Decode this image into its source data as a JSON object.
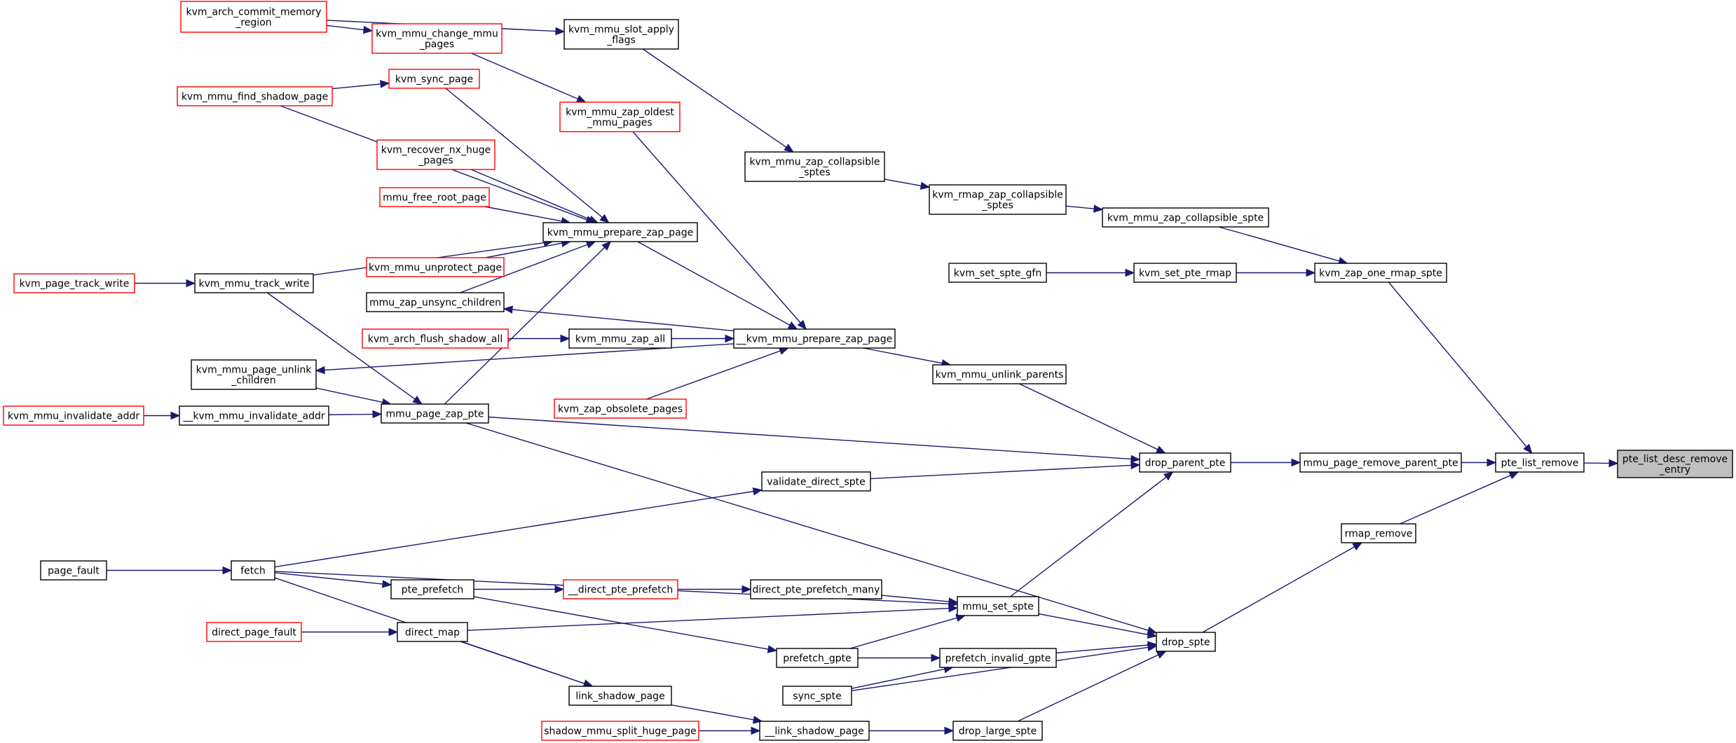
{
  "colors": {
    "edge": "#191970",
    "link_border": "#ff0000",
    "plain_border": "#000000",
    "focus_fill": "#bfbfbf"
  },
  "nodes": [
    {
      "id": "n1",
      "lines": [
        "kvm_arch_commit_memory",
        "_region"
      ],
      "style": "red"
    },
    {
      "id": "n2",
      "lines": [
        "kvm_mmu_slot_apply",
        "_flags"
      ],
      "style": "black"
    },
    {
      "id": "n3",
      "lines": [
        "kvm_mmu_change_mmu",
        "_pages"
      ],
      "style": "red"
    },
    {
      "id": "n4",
      "lines": [
        "kvm_sync_page"
      ],
      "style": "red"
    },
    {
      "id": "n5",
      "lines": [
        "kvm_mmu_find_shadow_page"
      ],
      "style": "red"
    },
    {
      "id": "n6",
      "lines": [
        "kvm_mmu_zap_oldest",
        "_mmu_pages"
      ],
      "style": "red"
    },
    {
      "id": "n7",
      "lines": [
        "kvm_recover_nx_huge",
        "_pages"
      ],
      "style": "red"
    },
    {
      "id": "n8",
      "lines": [
        "kvm_mmu_zap_collapsible",
        "_sptes"
      ],
      "style": "black"
    },
    {
      "id": "n9",
      "lines": [
        "kvm_rmap_zap_collapsible",
        "_sptes"
      ],
      "style": "black"
    },
    {
      "id": "n10",
      "lines": [
        "mmu_free_root_page"
      ],
      "style": "red"
    },
    {
      "id": "n11",
      "lines": [
        "kvm_mmu_zap_collapsible_spte"
      ],
      "style": "black"
    },
    {
      "id": "n12",
      "lines": [
        "kvm_mmu_prepare_zap_page"
      ],
      "style": "black"
    },
    {
      "id": "n13",
      "lines": [
        "kvm_mmu_unprotect_page"
      ],
      "style": "red"
    },
    {
      "id": "n14",
      "lines": [
        "kvm_set_spte_gfn"
      ],
      "style": "black"
    },
    {
      "id": "n15",
      "lines": [
        "kvm_set_pte_rmap"
      ],
      "style": "black"
    },
    {
      "id": "n16",
      "lines": [
        "kvm_zap_one_rmap_spte"
      ],
      "style": "black"
    },
    {
      "id": "n17",
      "lines": [
        "kvm_page_track_write"
      ],
      "style": "red"
    },
    {
      "id": "n18",
      "lines": [
        "kvm_mmu_track_write"
      ],
      "style": "black"
    },
    {
      "id": "n19",
      "lines": [
        "mmu_zap_unsync_children"
      ],
      "style": "black"
    },
    {
      "id": "n20",
      "lines": [
        "kvm_arch_flush_shadow_all"
      ],
      "style": "red"
    },
    {
      "id": "n21",
      "lines": [
        "kvm_mmu_zap_all"
      ],
      "style": "black"
    },
    {
      "id": "n22",
      "lines": [
        "__kvm_mmu_prepare_zap_page"
      ],
      "style": "black"
    },
    {
      "id": "n23",
      "lines": [
        "kvm_mmu_page_unlink",
        "_children"
      ],
      "style": "black"
    },
    {
      "id": "n24",
      "lines": [
        "kvm_mmu_unlink_parents"
      ],
      "style": "black"
    },
    {
      "id": "n25",
      "lines": [
        "kvm_mmu_invalidate_addr"
      ],
      "style": "red"
    },
    {
      "id": "n26",
      "lines": [
        "__kvm_mmu_invalidate_addr"
      ],
      "style": "black"
    },
    {
      "id": "n27",
      "lines": [
        "mmu_page_zap_pte"
      ],
      "style": "black"
    },
    {
      "id": "n28",
      "lines": [
        "kvm_zap_obsolete_pages"
      ],
      "style": "red"
    },
    {
      "id": "n29",
      "lines": [
        "drop_parent_pte"
      ],
      "style": "black"
    },
    {
      "id": "n30",
      "lines": [
        "mmu_page_remove_parent_pte"
      ],
      "style": "black"
    },
    {
      "id": "n31",
      "lines": [
        "pte_list_remove"
      ],
      "style": "black"
    },
    {
      "id": "n32",
      "lines": [
        "pte_list_desc_remove",
        "_entry"
      ],
      "style": "gray"
    },
    {
      "id": "n33",
      "lines": [
        "validate_direct_spte"
      ],
      "style": "black"
    },
    {
      "id": "n34",
      "lines": [
        "rmap_remove"
      ],
      "style": "black"
    },
    {
      "id": "n35",
      "lines": [
        "page_fault"
      ],
      "style": "black"
    },
    {
      "id": "n36",
      "lines": [
        "fetch"
      ],
      "style": "black"
    },
    {
      "id": "n37",
      "lines": [
        "pte_prefetch"
      ],
      "style": "black"
    },
    {
      "id": "n38",
      "lines": [
        "__direct_pte_prefetch"
      ],
      "style": "red"
    },
    {
      "id": "n39",
      "lines": [
        "direct_pte_prefetch_many"
      ],
      "style": "black"
    },
    {
      "id": "n40",
      "lines": [
        "mmu_set_spte"
      ],
      "style": "black"
    },
    {
      "id": "n41",
      "lines": [
        "direct_page_fault"
      ],
      "style": "red"
    },
    {
      "id": "n42",
      "lines": [
        "direct_map"
      ],
      "style": "black"
    },
    {
      "id": "n43",
      "lines": [
        "drop_spte"
      ],
      "style": "black"
    },
    {
      "id": "n44",
      "lines": [
        "prefetch_gpte"
      ],
      "style": "black"
    },
    {
      "id": "n45",
      "lines": [
        "prefetch_invalid_gpte"
      ],
      "style": "black"
    },
    {
      "id": "n46",
      "lines": [
        "sync_spte"
      ],
      "style": "black"
    },
    {
      "id": "n47",
      "lines": [
        "link_shadow_page"
      ],
      "style": "black"
    },
    {
      "id": "n48",
      "lines": [
        "shadow_mmu_split_huge_page"
      ],
      "style": "red"
    },
    {
      "id": "n49",
      "lines": [
        "__link_shadow_page"
      ],
      "style": "black"
    },
    {
      "id": "n50",
      "lines": [
        "drop_large_spte"
      ],
      "style": "black"
    }
  ],
  "edges": [
    [
      "n1",
      "n2"
    ],
    [
      "n1",
      "n3"
    ],
    [
      "n3",
      "n6"
    ],
    [
      "n2",
      "n8"
    ],
    [
      "n8",
      "n9"
    ],
    [
      "n9",
      "n11"
    ],
    [
      "n11",
      "n16"
    ],
    [
      "n5",
      "n4"
    ],
    [
      "n4",
      "n12"
    ],
    [
      "n5",
      "n12"
    ],
    [
      "n7",
      "n12"
    ],
    [
      "n10",
      "n12"
    ],
    [
      "n13",
      "n12"
    ],
    [
      "n18",
      "n12"
    ],
    [
      "n19",
      "n12"
    ],
    [
      "n27",
      "n12"
    ],
    [
      "n6",
      "n22"
    ],
    [
      "n12",
      "n22"
    ],
    [
      "n21",
      "n22"
    ],
    [
      "n28",
      "n22"
    ],
    [
      "n22",
      "n19"
    ],
    [
      "n22",
      "n23"
    ],
    [
      "n20",
      "n21"
    ],
    [
      "n17",
      "n18"
    ],
    [
      "n18",
      "n27"
    ],
    [
      "n23",
      "n27"
    ],
    [
      "n25",
      "n26"
    ],
    [
      "n26",
      "n27"
    ],
    [
      "n22",
      "n24"
    ],
    [
      "n24",
      "n29"
    ],
    [
      "n27",
      "n29"
    ],
    [
      "n33",
      "n29"
    ],
    [
      "n40",
      "n29"
    ],
    [
      "n29",
      "n30"
    ],
    [
      "n30",
      "n31"
    ],
    [
      "n16",
      "n31"
    ],
    [
      "n34",
      "n31"
    ],
    [
      "n31",
      "n32"
    ],
    [
      "n14",
      "n15"
    ],
    [
      "n15",
      "n16"
    ],
    [
      "n36",
      "n33"
    ],
    [
      "n35",
      "n36"
    ],
    [
      "n36",
      "n37"
    ],
    [
      "n36",
      "n40"
    ],
    [
      "n36",
      "n47"
    ],
    [
      "n37",
      "n38"
    ],
    [
      "n38",
      "n39"
    ],
    [
      "n39",
      "n40"
    ],
    [
      "n37",
      "n44"
    ],
    [
      "n44",
      "n40"
    ],
    [
      "n42",
      "n40"
    ],
    [
      "n41",
      "n42"
    ],
    [
      "n42",
      "n47"
    ],
    [
      "n40",
      "n43"
    ],
    [
      "n27",
      "n43"
    ],
    [
      "n44",
      "n45"
    ],
    [
      "n45",
      "n43"
    ],
    [
      "n46",
      "n43"
    ],
    [
      "n46",
      "n45"
    ],
    [
      "n50",
      "n43"
    ],
    [
      "n43",
      "n34"
    ],
    [
      "n47",
      "n49"
    ],
    [
      "n48",
      "n49"
    ],
    [
      "n49",
      "n50"
    ]
  ]
}
